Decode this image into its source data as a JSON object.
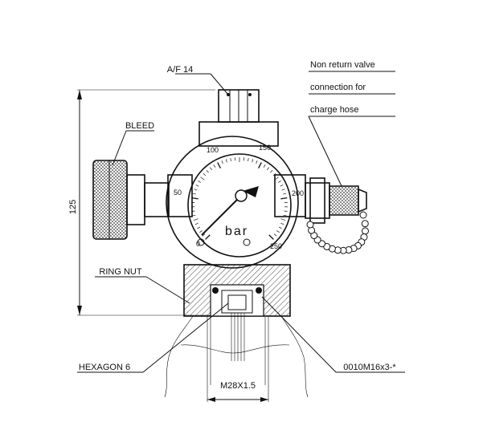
{
  "labels": {
    "af14": "A/F 14",
    "note_line1": "Non return valve",
    "note_line2": "connection for",
    "note_line3": "charge hose",
    "bleed": "BLEED",
    "ring_nut": "RING NUT",
    "hexagon": "HEXAGON 6",
    "part_no": "0010M16x3-*"
  },
  "dimensions": {
    "height": "125",
    "thread": "M28X1.5"
  },
  "gauge": {
    "unit": "bar",
    "scale_labels": [
      "0",
      "50",
      "100",
      "150",
      "200",
      "250"
    ]
  }
}
